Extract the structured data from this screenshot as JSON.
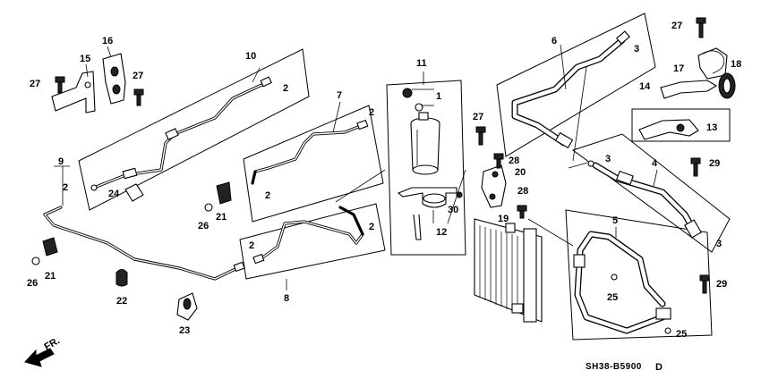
{
  "diagram": {
    "callouts": {
      "c1": "1",
      "c2a": "2",
      "c2b": "2",
      "c2c": "2",
      "c2d": "2",
      "c2e": "2",
      "c2f": "2",
      "c3a": "3",
      "c3b": "3",
      "c3c": "3",
      "c4": "4",
      "c5": "5",
      "c6": "6",
      "c7": "7",
      "c8": "8",
      "c9": "9",
      "c10": "10",
      "c11": "11",
      "c12": "12",
      "c13": "13",
      "c14": "14",
      "c15": "15",
      "c16": "16",
      "c17": "17",
      "c18": "18",
      "c19": "19",
      "c20": "20",
      "c21a": "21",
      "c21b": "21",
      "c22": "22",
      "c23": "23",
      "c24": "24",
      "c25a": "25",
      "c25b": "25",
      "c26a": "26",
      "c26b": "26",
      "c27a": "27",
      "c27b": "27",
      "c27c": "27",
      "c27d": "27",
      "c28a": "28",
      "c28b": "28",
      "c29a": "29",
      "c29b": "29",
      "c30": "30"
    },
    "direction_label": "FR.",
    "diagram_code": "SH38-B5900",
    "revision_mark": "D",
    "palette": {
      "line": "#000000",
      "background": "#ffffff"
    }
  }
}
